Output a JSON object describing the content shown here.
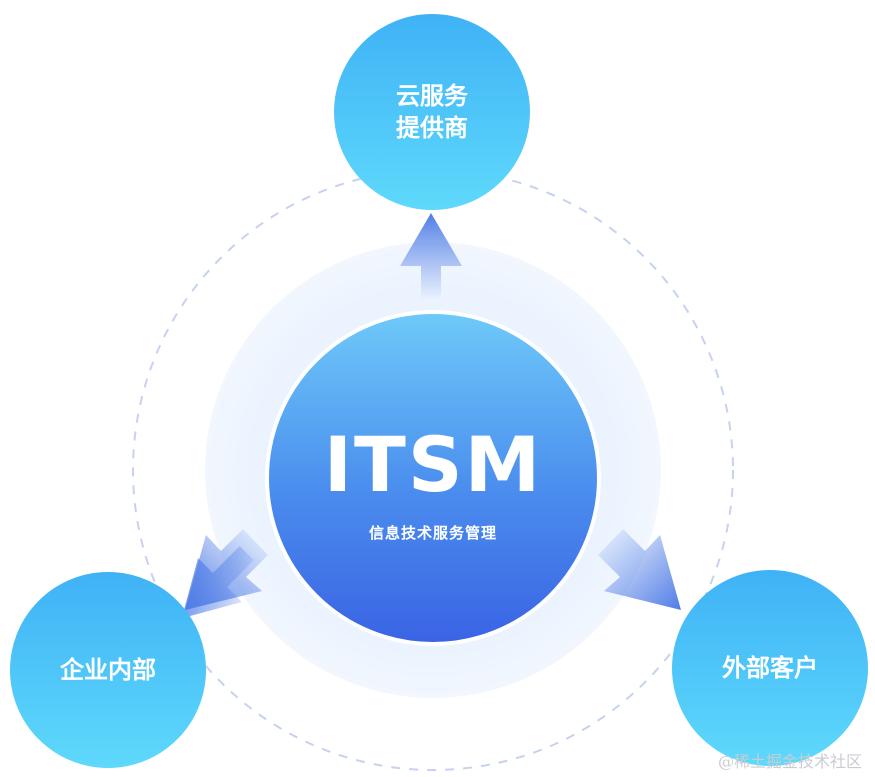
{
  "center": {
    "title": "ITSM",
    "subtitle": "信息技术服务管理"
  },
  "satellites": [
    {
      "id": "top",
      "label": "云服务\n提供商"
    },
    {
      "id": "left",
      "label": "企业内部"
    },
    {
      "id": "right",
      "label": "外部客户"
    }
  ],
  "watermark": "@稀土掘金技术社区",
  "colors": {
    "satellite_top": "#3fb2f6",
    "satellite_bottom": "#5ed9fb",
    "center_top": "#6ecaf9",
    "center_bottom": "#3a63e4",
    "halo": "#eaf3fe",
    "arrow": "#4f7ce6",
    "dashed_ring": "#c6d2ee"
  }
}
